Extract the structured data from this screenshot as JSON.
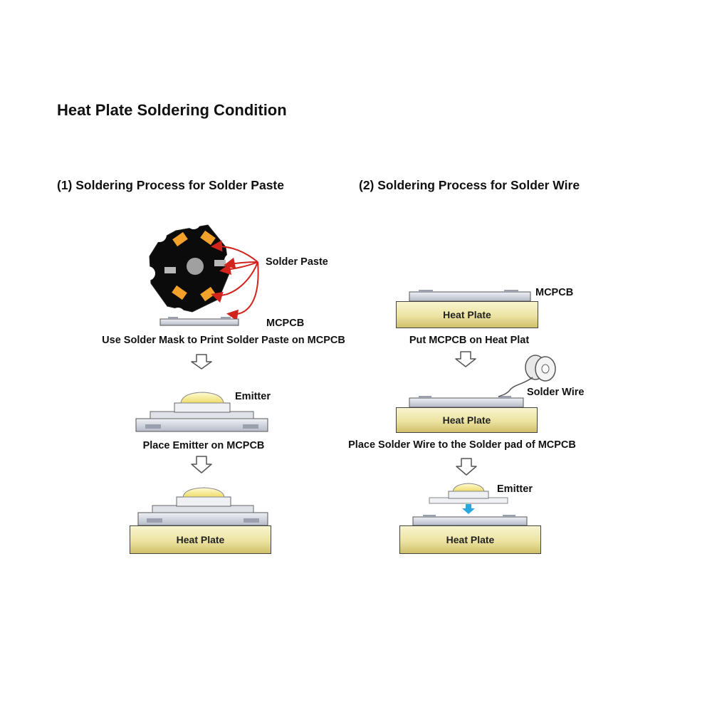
{
  "title": "Heat Plate Soldering Condition",
  "section1": {
    "heading": "(1) Soldering Process for Solder Paste",
    "step1": {
      "solder_paste_label": "Solder Paste",
      "mcpcb_label": "MCPCB",
      "caption": "Use Solder Mask to Print Solder Paste on MCPCB"
    },
    "step2": {
      "emitter_label": "Emitter",
      "caption": "Place Emitter on MCPCB"
    },
    "step3": {
      "heat_plate_label": "Heat Plate"
    }
  },
  "section2": {
    "heading": "(2) Soldering Process for Solder Wire",
    "step1": {
      "mcpcb_label": "MCPCB",
      "heat_plate_label": "Heat Plate",
      "caption": "Put MCPCB on Heat Plat"
    },
    "step2": {
      "solder_wire_label": "Solder Wire",
      "heat_plate_label": "Heat Plate",
      "caption": "Place Solder Wire to the Solder pad of MCPCB"
    },
    "step3": {
      "emitter_label": "Emitter",
      "heat_plate_label": "Heat Plate"
    }
  },
  "colors": {
    "heat_plate_fill": "#ece3a2",
    "mcpcb_fill": "#cfd3dc",
    "solder_paste_pad": "#f2a22a",
    "star_board": "#0b0b0b",
    "arrow_red": "#d0241c",
    "emitter_lens": "#f4ea9a",
    "placement_arrow": "#28a8df"
  },
  "icons": [
    "down-arrow-icon",
    "solder-wire-spool-icon",
    "placement-arrow-icon"
  ]
}
